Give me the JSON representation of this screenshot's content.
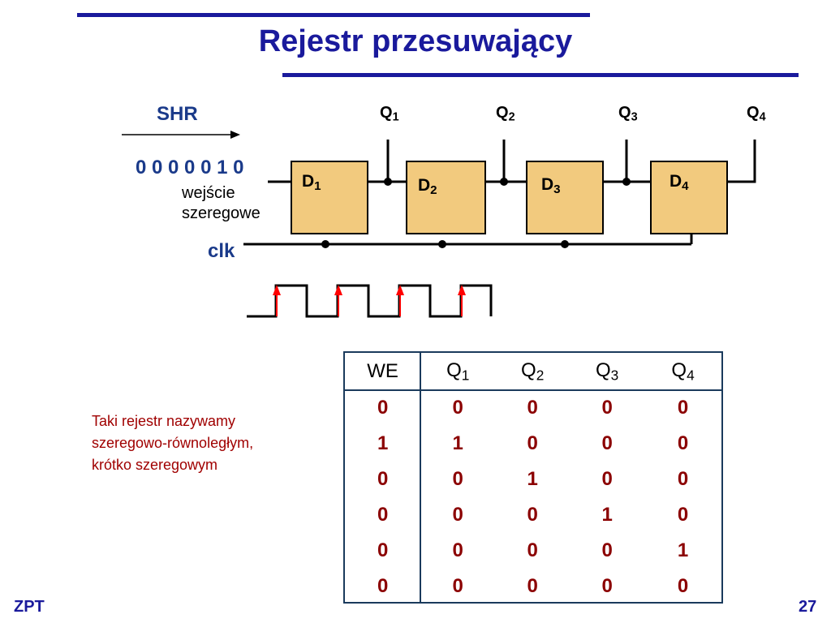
{
  "title": "Rejestr przesuwający",
  "diagram": {
    "shr_label": "SHR",
    "input_sequence": "0 0 0 0 0 1 0",
    "input_label_line1": "wejście",
    "input_label_line2": "szeregowe",
    "clk_label": "clk",
    "flipflops": [
      {
        "name": "D",
        "index": "1"
      },
      {
        "name": "D",
        "index": "2"
      },
      {
        "name": "D",
        "index": "3"
      },
      {
        "name": "D",
        "index": "4"
      }
    ],
    "outputs": [
      {
        "name": "Q",
        "index": "1"
      },
      {
        "name": "Q",
        "index": "2"
      },
      {
        "name": "Q",
        "index": "3"
      },
      {
        "name": "Q",
        "index": "4"
      }
    ]
  },
  "note": {
    "line1": "Taki rejestr nazywamy",
    "line2": "szeregowo-równoległym,",
    "line3": "krótko szeregowym"
  },
  "table": {
    "headers": [
      {
        "name": "WE",
        "index": ""
      },
      {
        "name": "Q",
        "index": "1"
      },
      {
        "name": "Q",
        "index": "2"
      },
      {
        "name": "Q",
        "index": "3"
      },
      {
        "name": "Q",
        "index": "4"
      }
    ],
    "rows": [
      [
        "0",
        "0",
        "0",
        "0",
        "0"
      ],
      [
        "1",
        "1",
        "0",
        "0",
        "0"
      ],
      [
        "0",
        "0",
        "1",
        "0",
        "0"
      ],
      [
        "0",
        "0",
        "0",
        "1",
        "0"
      ],
      [
        "0",
        "0",
        "0",
        "0",
        "1"
      ],
      [
        "0",
        "0",
        "0",
        "0",
        "0"
      ]
    ]
  },
  "footer": {
    "left": "ZPT",
    "right": "27"
  },
  "colors": {
    "title": "#1a1a9c",
    "flipflop_fill": "#f2ca7e",
    "clock_edge": "#ff0000",
    "table_values": "#8b0000"
  }
}
